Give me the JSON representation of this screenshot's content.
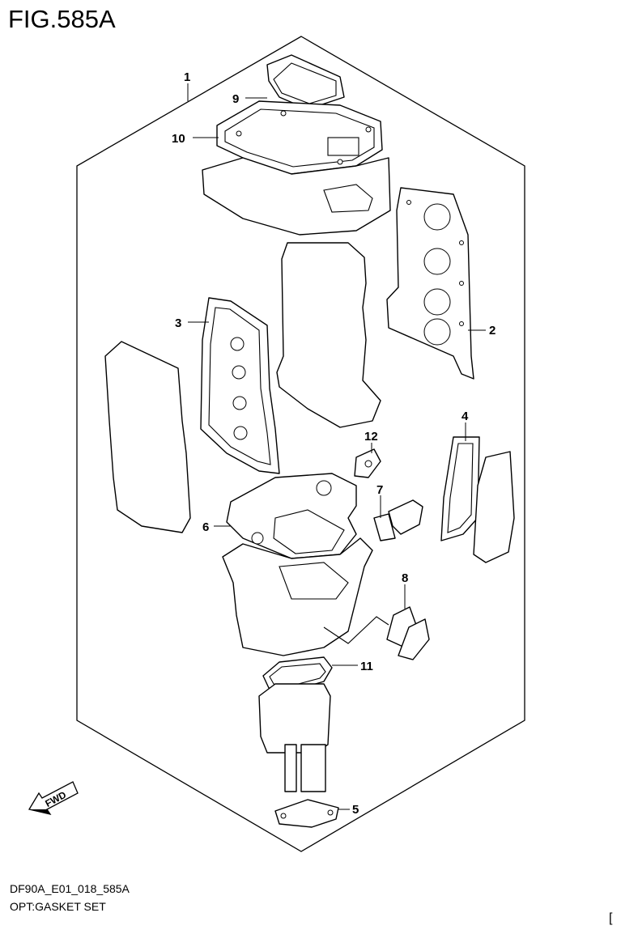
{
  "figure": {
    "title": "FIG.585A",
    "code": "DF90A_E01_018_585A",
    "description": "OPT:GASKET SET",
    "corner_mark": "["
  },
  "callouts": [
    {
      "id": "1",
      "label": "1"
    },
    {
      "id": "2",
      "label": "2"
    },
    {
      "id": "3",
      "label": "3"
    },
    {
      "id": "4",
      "label": "4"
    },
    {
      "id": "5",
      "label": "5"
    },
    {
      "id": "6",
      "label": "6"
    },
    {
      "id": "7",
      "label": "7"
    },
    {
      "id": "8",
      "label": "8"
    },
    {
      "id": "9",
      "label": "9"
    },
    {
      "id": "10",
      "label": "10"
    },
    {
      "id": "11",
      "label": "11"
    },
    {
      "id": "12",
      "label": "12"
    }
  ],
  "direction_arrow": {
    "label": "FWD"
  }
}
